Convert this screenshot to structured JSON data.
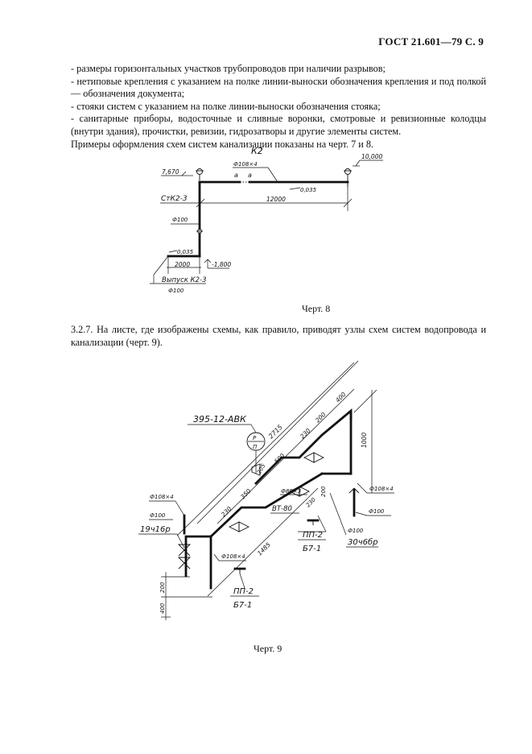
{
  "header": {
    "text": "ГОСТ 21.601—79 С. 9"
  },
  "paragraphs": [
    "- размеры горизонтальных участков трубопроводов при наличии разрывов;",
    "- нетиповые крепления с указанием на полке линии-выноски обозначения крепления и под полкой — обозначения документа;",
    "- стояки систем с указанием на полке линии-выноски обозначения стояка;",
    "- санитарные приборы, водосточные и сливные воронки, смотровые и ревизионные колодцы (внутри здания), прочистки, ревизии, гидрозатворы и другие элементы систем.",
    "Примеры оформления схем систем канализации показаны на черт. 7 и 8."
  ],
  "fig8": {
    "title": "К2",
    "label_7670": "7,670",
    "label_10000": "10,000",
    "label_phi108": "Ф108×4",
    "label_a1": "а",
    "label_a2": "а",
    "label_slope1": "0,035",
    "label_12000": "12000",
    "label_riser": "СтК2-3",
    "label_phi100": "Ф100",
    "label_slope2": "0,035",
    "label_2000": "2000",
    "label_m1800": "-1,800",
    "label_outlet": "Выпуск К2-3",
    "label_outlet_phi": "Ф100",
    "caption": "Черт. 8"
  },
  "para2": "3.2.7. На листе, где изображены схемы, как правило, приводят узлы схем систем водопровода и канализации (черт. 9).",
  "fig9": {
    "doc_ref": "395-12-АВК",
    "circle_top": "Р",
    "circle_bottom": "П",
    "d2715": "2715",
    "d400a": "400",
    "d200a": "200",
    "d230a": "230",
    "d500": "500",
    "d1000": "1000",
    "d205": "205",
    "d350": "350",
    "d230b": "230",
    "phi89": "Ф89×3",
    "d230c": "230",
    "d200b": "200",
    "phi108_right": "Ф108×4",
    "phi100_right": "Ф100",
    "vt80": "ВТ-80",
    "phi108_left": "Ф108×4",
    "phi100_left": "Ф100",
    "valve_left": "19ч16р",
    "phi108_mid": "Ф108×4",
    "d1485": "1485",
    "pp2a": "ПП-2",
    "b71a": "Б7-1",
    "phi100_r2": "Ф100",
    "valve_right": "30ч6бр",
    "d200_bottom": "200",
    "d400_bottom": "400",
    "pp2b": "ПП-2",
    "b71b": "Б7-1",
    "caption": "Черт. 9"
  }
}
